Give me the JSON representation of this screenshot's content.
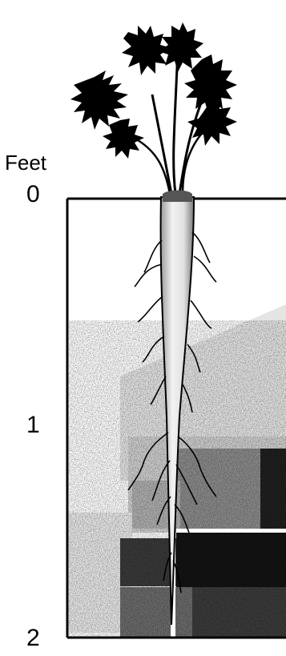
{
  "diagram": {
    "unit_label": "Feet",
    "depth_ticks": [
      "0",
      "1",
      "2"
    ],
    "colors": {
      "ink": "#000000",
      "paper": "#ffffff",
      "soil_light": "#d6d6d6",
      "soil_mid": "#9a9a9a",
      "soil_dark": "#1c1c1c"
    },
    "subject_icon": "carrot-with-roots-icon"
  }
}
